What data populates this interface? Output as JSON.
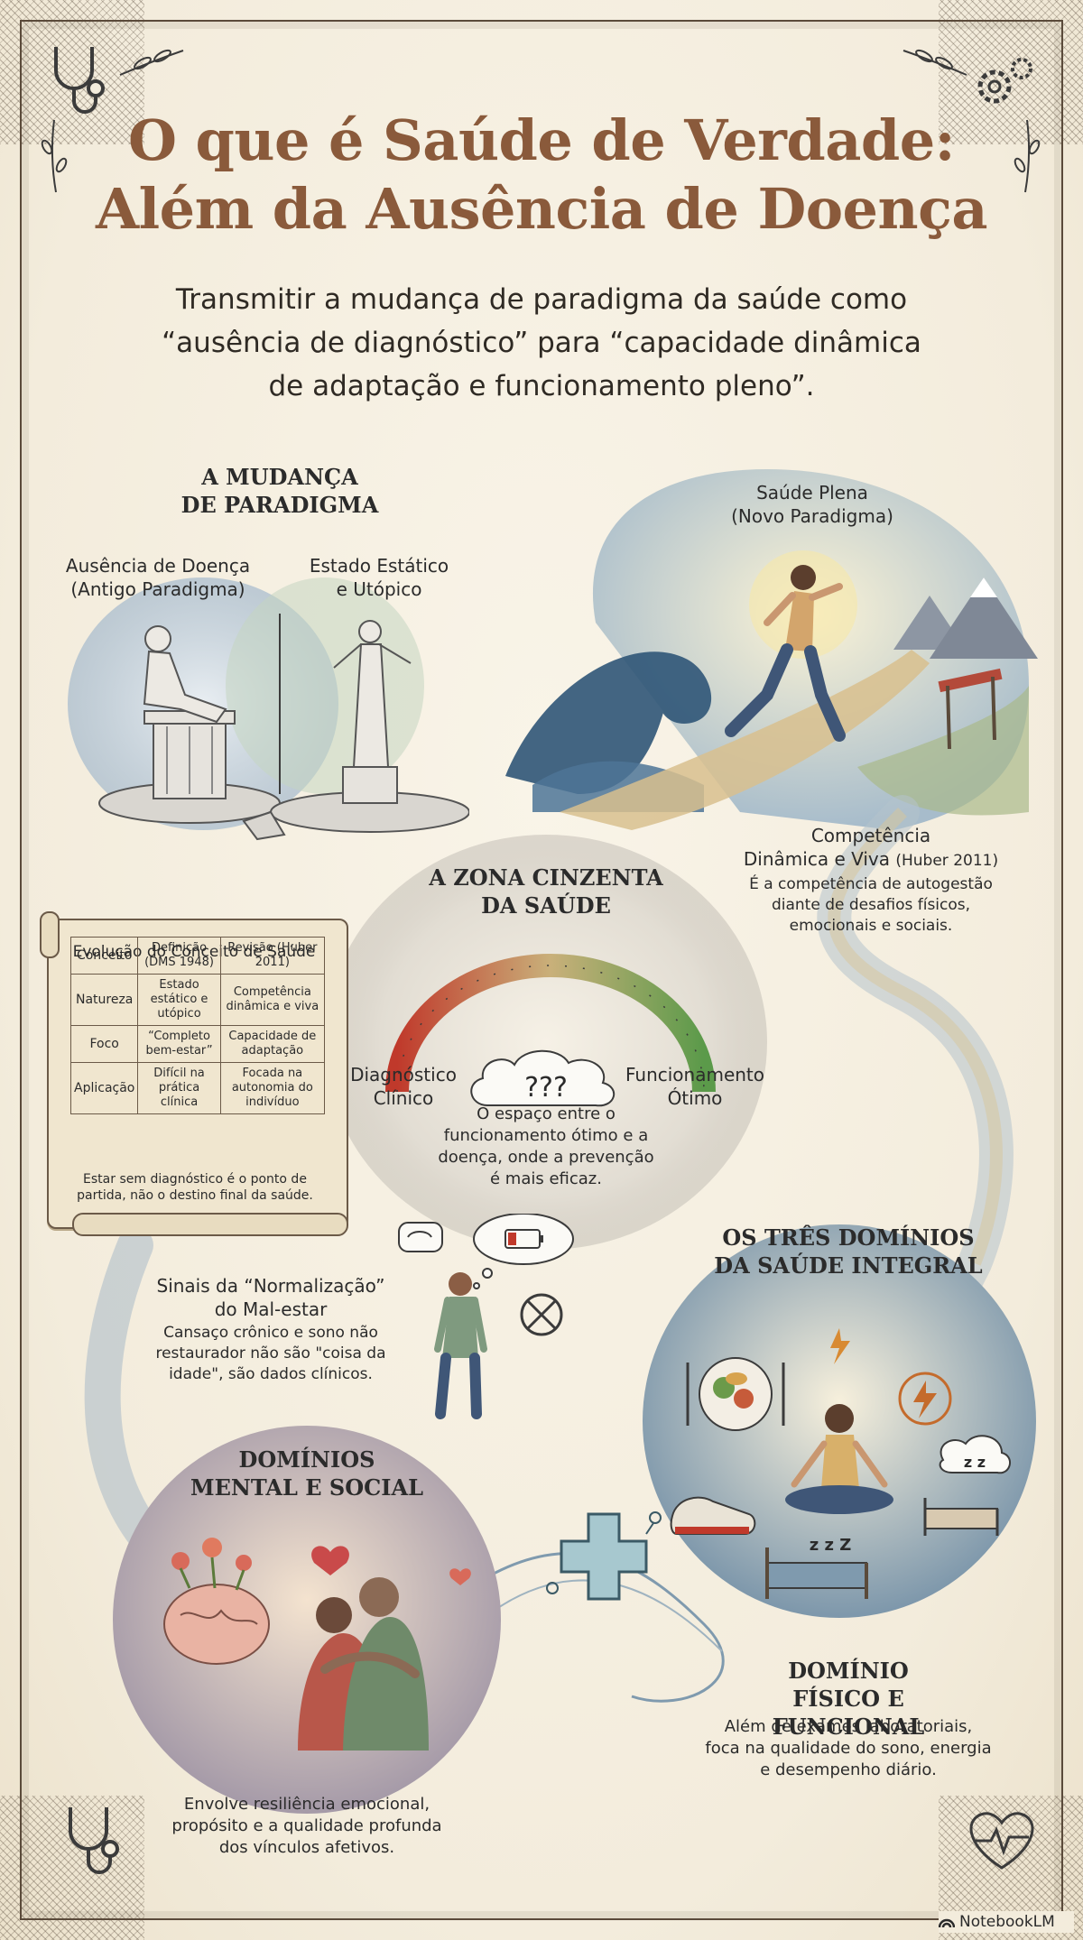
{
  "header": {
    "title_line1": "O que é Saúde de Verdade:",
    "title_line2": "Além da Ausência de Doença",
    "subtitle_line1": "Transmitir a mudança de paradigma da saúde como",
    "subtitle_line2": "“ausência de diagnóstico” para “capacidade dinâmica",
    "subtitle_line3": "de adaptação e funcionamento pleno”."
  },
  "paradigm": {
    "heading_line1": "A MUDANÇA",
    "heading_line2": "DE PARADIGMA",
    "left_line1": "Ausência de Doença",
    "left_line2": "(Antigo Paradigma)",
    "right_line1": "Estado Estático",
    "right_line2": "e Utópico"
  },
  "full_health": {
    "title_line1": "Saúde Plena",
    "title_line2": "(Novo Paradigma)"
  },
  "competence": {
    "title_line1": "Competência",
    "title_line2": "Dinâmica e Viva",
    "citation": "(Huber 2011)",
    "desc_line1": "É a competência de autogestão",
    "desc_line2": "diante de desafios físicos,",
    "desc_line3": "emocionais e sociais."
  },
  "grey_zone": {
    "heading_line1": "A ZONA CINZENTA",
    "heading_line2": "DA SAÚDE",
    "left_line1": "Diagnóstico",
    "left_line2": "Clínico",
    "right_line1": "Funcionamento",
    "right_line2": "Ótimo",
    "question_marks": "???",
    "desc_line1": "O espaço entre o",
    "desc_line2": "funcionamento ótimo e a",
    "desc_line3": "doença, onde a prevenção",
    "desc_line4": "é mais eficaz.",
    "colors": {
      "bad": "#c0392b",
      "mid": "#c9b07a",
      "good": "#5b9a4a"
    }
  },
  "evolution_table": {
    "title": "Evolução do Conceito de Saúde",
    "headers": [
      "Conceito",
      "Definição (DMS 1948)",
      "Revisão (Huber 2011)"
    ],
    "rows": [
      [
        "Natureza",
        "Estado estático e utópico",
        "Competência dinâmica e viva"
      ],
      [
        "Foco",
        "“Completo bem-estar”",
        "Capacidade de adaptação"
      ],
      [
        "Aplicação",
        "Difícil na prática clínica",
        "Focada na autonomia do indivíduo"
      ]
    ],
    "footer_line1": "Estar sem diagnóstico é o ponto de",
    "footer_line2": "partida, não o destino final da saúde."
  },
  "normalization": {
    "title_line1": "Sinais da “Normalização”",
    "title_line2": "do Mal-estar",
    "desc_line1": "Cansaço crônico e sono não",
    "desc_line2": "restaurador não são \"coisa da",
    "desc_line3": "idade\", são dados clínicos."
  },
  "three_domains": {
    "heading_line1": "OS TRÊS DOMÍNIOS",
    "heading_line2": "DA SAÚDE INTEGRAL",
    "zzz_small": "z z",
    "zzz_bed": "z z Z"
  },
  "mental_social": {
    "heading_line1": "DOMÍNIOS",
    "heading_line2": "MENTAL E SOCIAL",
    "desc_line1": "Envolve resiliência emocional,",
    "desc_line2": "propósito e a qualidade profunda",
    "desc_line3": "dos vínculos afetivos."
  },
  "physical": {
    "heading_line1": "DOMÍNIO",
    "heading_line2": "FÍSICO E FUNCIONAL",
    "desc_line1": "Além de exames laboratoriais,",
    "desc_line2": "foca na qualidade do sono, energia",
    "desc_line3": "e desempenho diário."
  },
  "brand": {
    "name": "NotebookLM"
  },
  "colors": {
    "title": "#8a5a3b",
    "text": "#2b2b2b",
    "background": "#f3ecdc"
  }
}
